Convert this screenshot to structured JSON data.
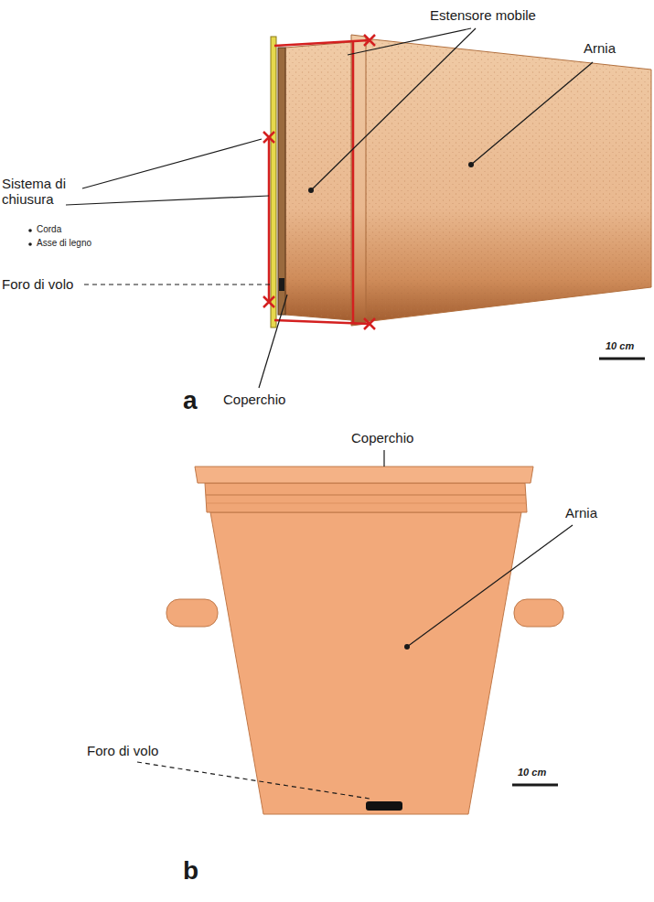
{
  "diagram": {
    "labels": [
      "Estensore mobile",
      "Arnia",
      "Sistema di chiusura",
      "Corda",
      "Asse di legno",
      "Foro di volo",
      "Coperchio",
      "10 cm",
      "a",
      "Coperchio",
      "Arnia",
      "Foro di volo",
      "10 cm",
      "b"
    ]
  }
}
